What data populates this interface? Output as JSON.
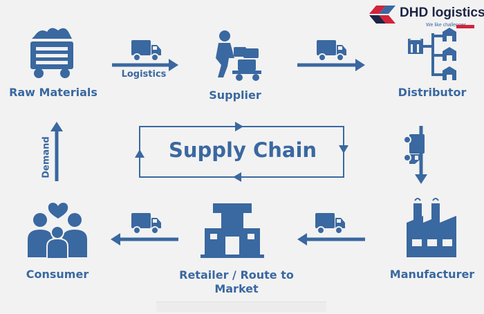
{
  "brand": {
    "name": "DHD logistics",
    "tagline": "We like challenges",
    "colors": {
      "primary": "#3a68a0",
      "accent": "#d2233a",
      "dark": "#1d2444"
    }
  },
  "center": {
    "title": "Supply Chain"
  },
  "nodes": {
    "raw_materials": {
      "label": "Raw Materials",
      "icon": "mine-cart-icon"
    },
    "supplier": {
      "label": "Supplier",
      "icon": "worker-with-cart-icon"
    },
    "distributor": {
      "label": "Distributor",
      "icon": "warehouse-network-icon"
    },
    "manufacturer": {
      "label": "Manufacturer",
      "icon": "factory-icon"
    },
    "retailer": {
      "label": "Retailer /  Route to Market",
      "icon": "store-icon"
    },
    "consumer": {
      "label": "Consumer",
      "icon": "family-heart-icon"
    }
  },
  "edges": {
    "raw_to_supplier": {
      "label": "Logistics"
    },
    "consumer_to_raw": {
      "label": "Demand"
    }
  }
}
